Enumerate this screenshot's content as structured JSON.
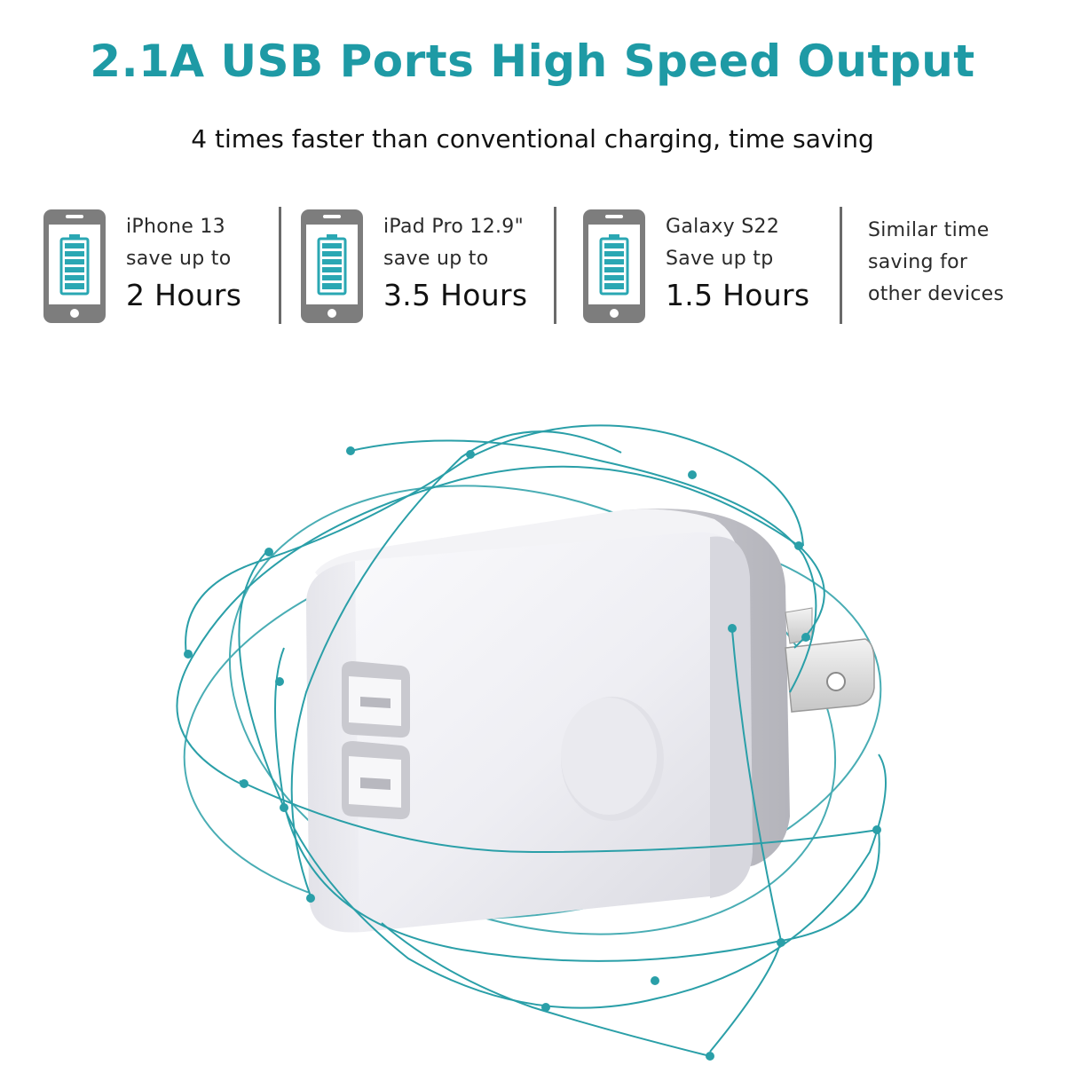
{
  "header": {
    "title": "2.1A USB Ports High Speed Output",
    "subtitle": "4 times faster than conventional charging, time saving"
  },
  "features": [
    {
      "device": "iPhone 13",
      "line2": "save up to",
      "time": "2 Hours",
      "icon": "phone-battery-icon"
    },
    {
      "device": "iPad Pro 12.9\"",
      "line2": "save up to",
      "time": "3.5 Hours",
      "icon": "phone-battery-icon"
    },
    {
      "device": "Galaxy S22",
      "line2": "Save up tp",
      "time": "1.5 Hours",
      "icon": "phone-battery-icon"
    }
  ],
  "other": {
    "line1": "Similar time",
    "line2": "saving for",
    "line3": "other devices"
  },
  "colors": {
    "accent": "#1e9aa5",
    "phone_body": "#7d7d7d",
    "battery": "#2aa7b3"
  },
  "illustration": {
    "subject": "dual-usb-wall-charger",
    "ports": 2
  }
}
